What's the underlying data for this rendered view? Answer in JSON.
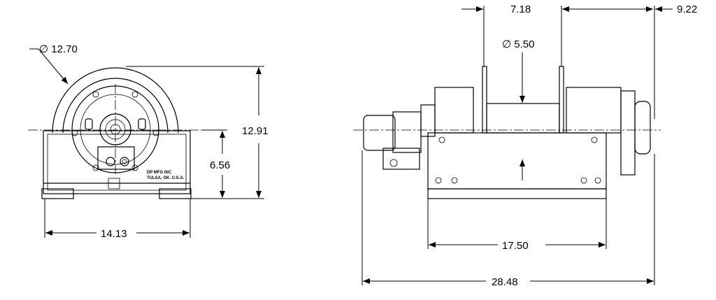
{
  "dimensions": {
    "front_diameter": "12.70",
    "front_height": "12.91",
    "front_centerline_height": "6.56",
    "front_width": "14.13",
    "drum_length": "7.18",
    "motor_extension": "9.22",
    "drum_diameter": "5.50",
    "mount_length": "17.50",
    "overall_length": "28.48",
    "diameter_symbol": "∅"
  },
  "label": {
    "maker": "DP MFG INC",
    "location": "TULSA, OK. U.S.A."
  }
}
